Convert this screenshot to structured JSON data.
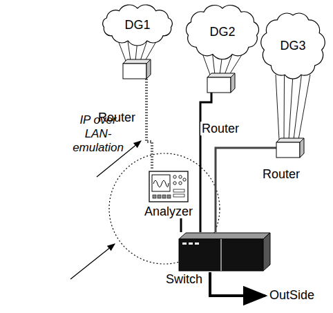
{
  "diagram": {
    "nodes": [
      {
        "text": [
          "DG1"
        ]
      },
      {
        "text": [
          "DG2"
        ]
      },
      {
        "text": [
          "DG3"
        ]
      },
      {
        "text": [
          "Router"
        ]
      },
      {
        "text": [
          "Router"
        ]
      },
      {
        "text": [
          "Router"
        ]
      },
      {
        "text": [
          "Analyzer"
        ]
      },
      {
        "text": [
          "Switch"
        ]
      }
    ],
    "edges": [
      {
        "from": 0,
        "to": 3,
        "arrow": "none"
      },
      {
        "from": 1,
        "to": 4,
        "arrow": "none"
      },
      {
        "from": 2,
        "to": 5,
        "arrow": "none"
      },
      {
        "from": 3,
        "to": 6,
        "arrow": "none"
      },
      {
        "from": 6,
        "to": 7,
        "arrow": "none"
      },
      {
        "from": 4,
        "to": 7,
        "arrow": "none"
      },
      {
        "from": 5,
        "to": 7,
        "arrow": "none"
      }
    ],
    "labels": [
      "IP over LAN-emulation",
      "OutSide"
    ]
  }
}
